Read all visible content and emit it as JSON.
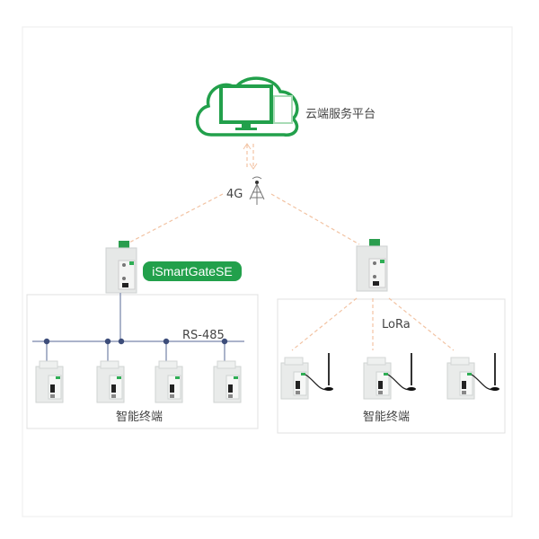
{
  "cloud": {
    "label": "云端服务平台"
  },
  "network": {
    "cellular_label": "4G"
  },
  "gateway": {
    "name": "iSmartGateSE"
  },
  "wired_group": {
    "bus_label": "RS-485",
    "caption": "智能终端"
  },
  "wireless_group": {
    "link_label": "LoRa",
    "caption": "智能终端"
  },
  "colors": {
    "brand_green": "#22a04b",
    "dash_orange": "#f2c3a3",
    "bus_blue": "#3d4d7a"
  }
}
